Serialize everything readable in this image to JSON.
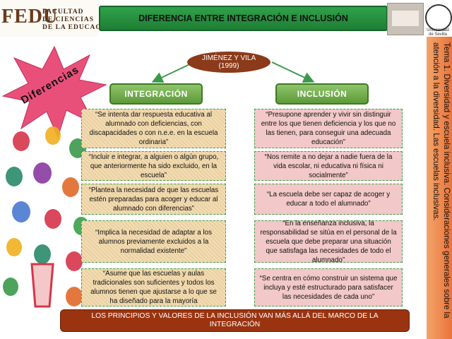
{
  "header": {
    "logo_text": "FEDU",
    "faculty_lines": [
      "FACULTAD",
      "DE CIENCIAS",
      "DE LA EDUCACIÓN"
    ],
    "title": "DIFERENCIA ENTRE INTEGRACIÓN E INCLUSIÓN",
    "seal_caption": "Universidad de Sevilla"
  },
  "side_banner": "Tema 1. Diversidad y escuela inclusiva. Consideraciones generales sobre la atención a la diversidad. Las escuelas inclusivas.",
  "decoration": {
    "star_label": "Diferencias"
  },
  "diagram": {
    "author": "JIMÉNEZ Y VILA",
    "year": "(1999)",
    "left_heading": "INTEGRACIÓN",
    "right_heading": "INCLUSIÓN",
    "left_cards": [
      "“Se intenta dar respuesta educativa al alumnado con deficiencias, con discapacidades o con n.e.e. en la escuela ordinaria”",
      "“Incluir e integrar, a alguien o algún grupo, que anteriormente ha sido excluido, en la escuela”",
      "“Plantea la necesidad de que las escuelas estén preparadas para acoger y educar al alumnado con diferencias”",
      "“Implica la necesidad de adaptar a los alumnos previamente excluidos a la normalidad existente”",
      "“Asume que las escuelas y aulas tradicionales son suficientes y todos los alumnos tienen que ajustarse a lo que se ha diseñado para la mayoría"
    ],
    "right_cards": [
      "“Presupone aprender y vivir sin distinguir entre los que tienen deficiencia y los que no las tienen, para conseguir una adecuada educación”",
      "“Nos remite a no dejar a nadie fuera de la vida escolar, ni educativa ni física ni socialmente”",
      "“La escuela debe ser capaz de acoger y educar a todo el alumnado”",
      "“En la enseñanza inclusiva, la responsabilidad se sitúa en el personal de la escuela que debe preparar una situación que satisfaga las necesidades de todo el alumnado”",
      "“Se centra en cómo construir un sistema que incluya y esté estructurado para satisfacer las necesidades de cada uno”"
    ],
    "conclusion": "LOS PRINCIPIOS Y VALORES DE LA INCLUSIÓN VAN MÁS ALLÁ DEL MARCO DE LA INTEGRACIÓN"
  },
  "colors": {
    "title_green": "#1e7e34",
    "heading_green": "#5e9a3a",
    "author_brown": "#8b3a1a",
    "bottom_brown": "#9a3410",
    "side_orange": "#e8743a",
    "star_pink": "#e8507a",
    "left_card_fill": "#f3ddb6",
    "right_card_fill": "#f2c8c8"
  }
}
